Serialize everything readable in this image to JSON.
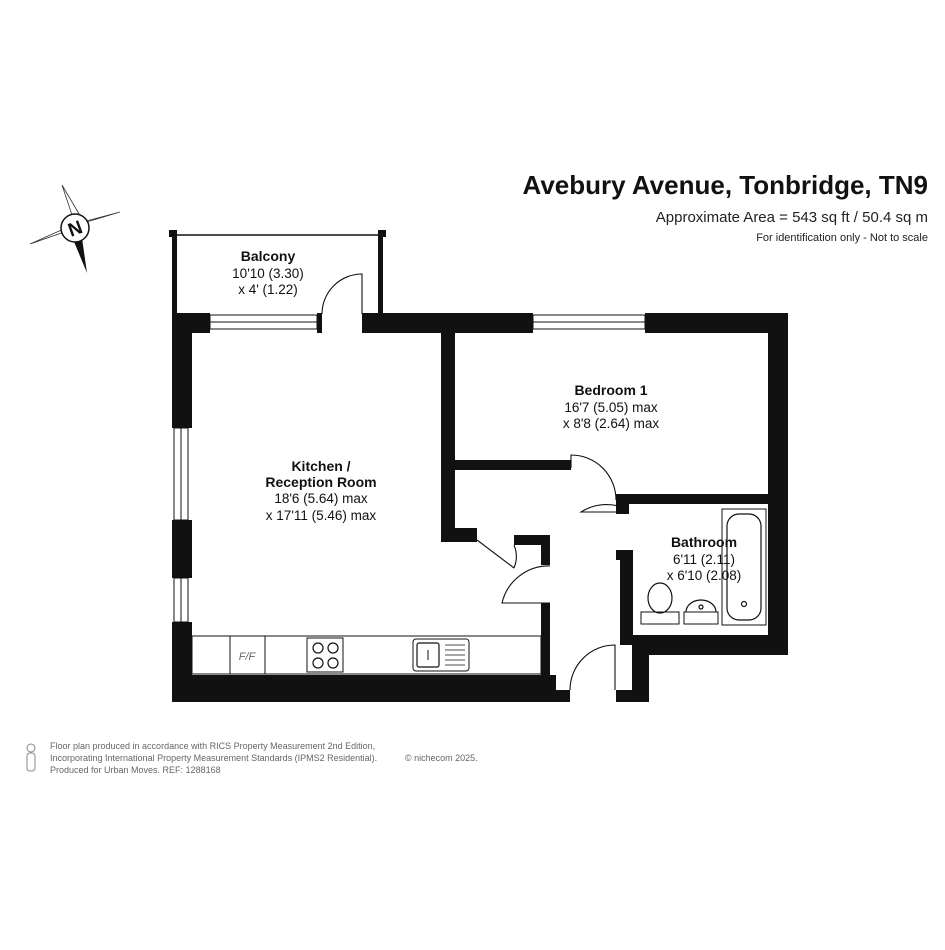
{
  "header": {
    "title": "Avebury Avenue, Tonbridge, TN9",
    "area": "Approximate Area = 543 sq ft / 50.4 sq m",
    "note": "For identification only - Not to scale"
  },
  "compass": {
    "label": "N",
    "icon": "north-arrow-compass"
  },
  "rooms": {
    "balcony": {
      "name": "Balcony",
      "dim1": "10'10 (3.30)",
      "dim2": "x 4' (1.22)"
    },
    "kitchen": {
      "name1": "Kitchen /",
      "name2": "Reception Room",
      "dim1": "18'6 (5.64) max",
      "dim2": "x 17'11 (5.46) max"
    },
    "bedroom": {
      "name": "Bedroom 1",
      "dim1": "16'7 (5.05) max",
      "dim2": "x 8'8 (2.64) max"
    },
    "bathroom": {
      "name": "Bathroom",
      "dim1": "6'11 (2.11)",
      "dim2": "x 6'10 (2.08)"
    }
  },
  "fixtures": {
    "fridge_freezer_label": "F/F"
  },
  "footer": {
    "line1": "Floor plan produced in accordance with RICS Property Measurement 2nd Edition,",
    "line2": "Incorporating International Property Measurement Standards (IPMS2 Residential).",
    "copyright": "© nichecom 2025.",
    "line3": "Produced for Urban Moves.   REF: 1288168"
  }
}
